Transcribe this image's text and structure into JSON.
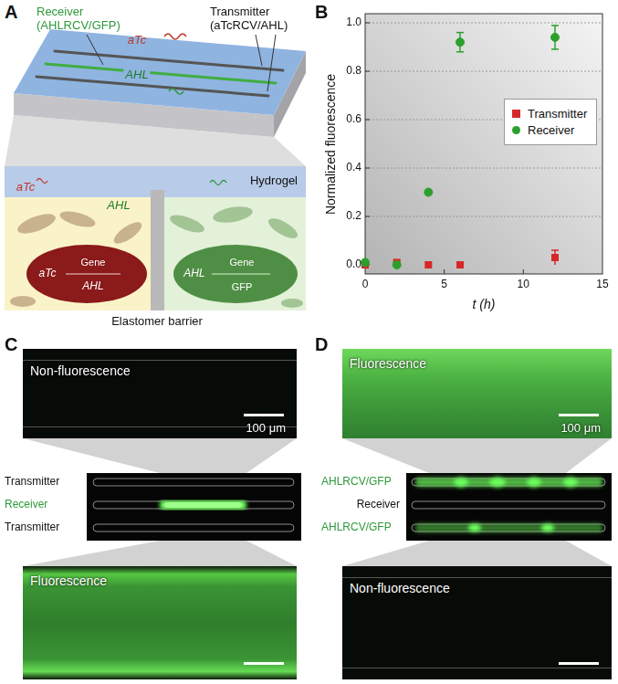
{
  "diagram": {
    "nodes": [
      {
        "text": [
          "Non-fluorescence",
          "100 μm"
        ]
      },
      {
        "text": [
          "Fluorescence"
        ]
      },
      {
        "text": [
          "Fluorescence",
          "100 μm"
        ]
      },
      {
        "text": [
          "Non-fluorescence"
        ]
      }
    ],
    "labels": [
      "A",
      "Receiver (AHLRCV/GFP)",
      "aTc",
      "Transmitter (aTcRCV/AHL)",
      "AHL",
      "Hydrogel",
      "aTc",
      "AHL",
      "aTc",
      "Gene",
      "AHL",
      "AHL",
      "Gene",
      "GFP",
      "Elastomer barrier",
      "B",
      "0.0",
      "0.2",
      "0.4",
      "0.6",
      "0.8",
      "1.0",
      "0",
      "5",
      "10",
      "15",
      "Normalized fluorescence",
      "t (h)",
      "C",
      "Transmitter",
      "Receiver",
      "Transmitter",
      "D",
      "AHLRCV/GFP",
      "Receiver",
      "AHLRCV/GFP"
    ],
    "legend": [
      {
        "text": "Transmitter",
        "color": "#d62728"
      },
      {
        "text": "Receiver",
        "color": "#2ca02c"
      }
    ]
  }
}
